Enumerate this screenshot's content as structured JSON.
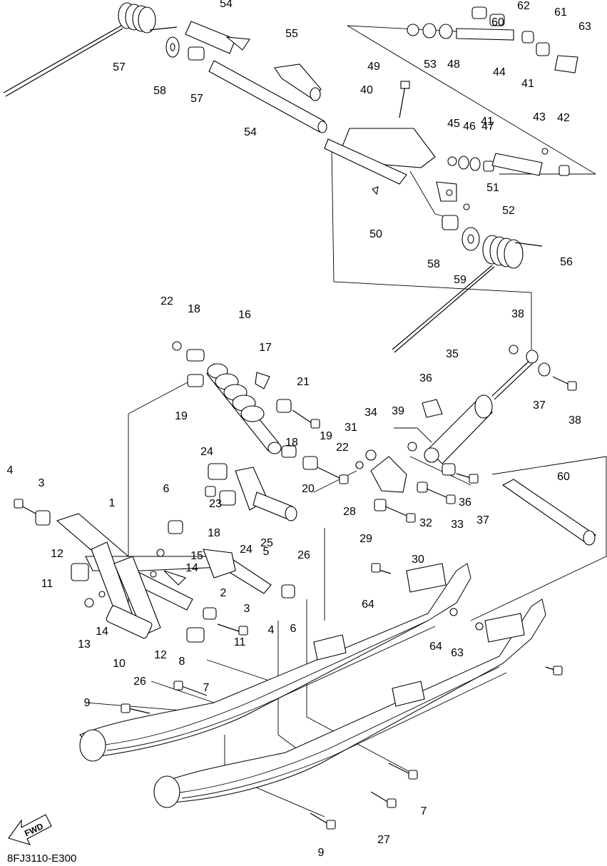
{
  "diagram": {
    "drawing_code": "8FJ3110-E300",
    "fwd_label": "FWD",
    "callouts": [
      "1",
      "2",
      "3",
      "3",
      "4",
      "4",
      "5",
      "6",
      "6",
      "7",
      "7",
      "8",
      "9",
      "9",
      "10",
      "11",
      "11",
      "12",
      "12",
      "13",
      "14",
      "14",
      "15",
      "16",
      "17",
      "18",
      "18",
      "18",
      "19",
      "19",
      "20",
      "21",
      "22",
      "22",
      "23",
      "24",
      "24",
      "25",
      "26",
      "26",
      "27",
      "28",
      "29",
      "30",
      "31",
      "32",
      "33",
      "34",
      "35",
      "36",
      "36",
      "37",
      "37",
      "38",
      "38",
      "39",
      "40",
      "41",
      "41",
      "42",
      "43",
      "44",
      "45",
      "46",
      "47",
      "48",
      "49",
      "50",
      "51",
      "52",
      "53",
      "54",
      "54",
      "55",
      "56",
      "57",
      "57",
      "58",
      "58",
      "59",
      "60",
      "60",
      "61",
      "62",
      "63",
      "63",
      "64",
      "64"
    ]
  }
}
